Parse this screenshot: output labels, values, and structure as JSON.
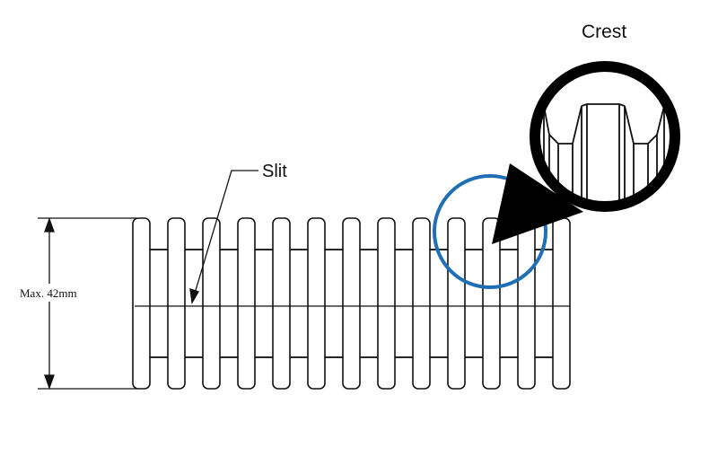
{
  "labels": {
    "crest": "Crest",
    "slit": "Slit",
    "dimension": "Max. 42mm"
  },
  "colors": {
    "outline": "#111111",
    "highlight_circle": "#1f6fb5",
    "background": "#ffffff"
  }
}
